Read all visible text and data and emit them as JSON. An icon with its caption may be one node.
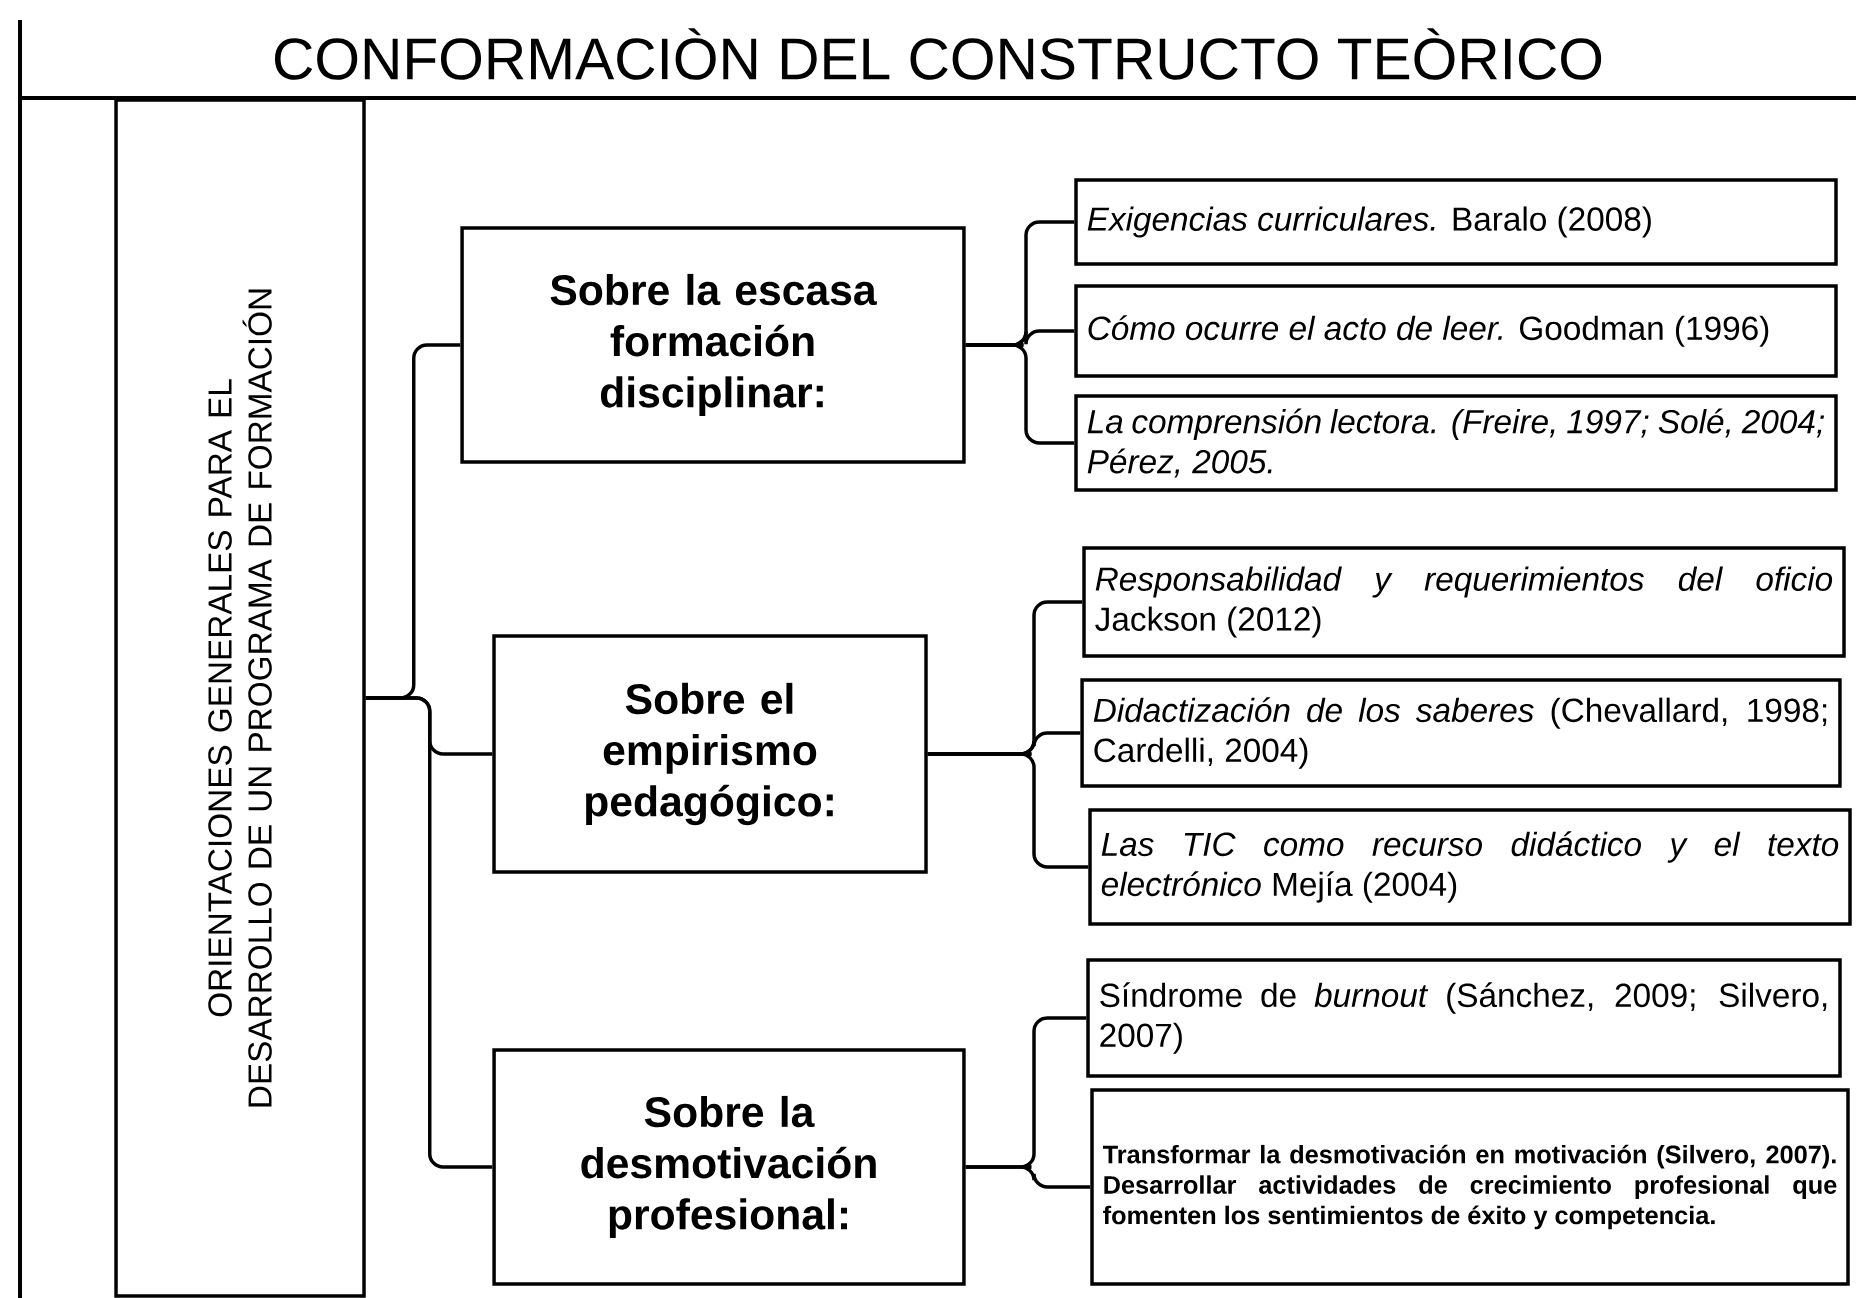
{
  "diagram": {
    "title": "CONFORMACIÒN DEL CONSTRUCTO TEÒRICO",
    "nodes": [
      {
        "text": [
          "ORIENTACIONES GENERALES PARA EL DESARROLLO DE UN PROGRAMA DE FORMACIÓN"
        ]
      },
      {
        "text": [
          "Sobre la escasa formación disciplinar:"
        ]
      },
      {
        "text": [
          "Sobre el empirismo pedagógico:"
        ]
      },
      {
        "text": [
          "Sobre la desmotivación profesional:"
        ]
      },
      {
        "text": [
          "*Exigencias curriculares.* Baralo (2008)"
        ]
      },
      {
        "text": [
          "*Cómo ocurre el acto de leer.* Goodman (1996)"
        ]
      },
      {
        "text": [
          "La comprensión lectora. (Freire, 1997; Solé, 2004; Pérez, 2005."
        ]
      },
      {
        "text": [
          "*Responsabilidad y requerimientos del oficio* Jackson (2012)"
        ]
      },
      {
        "text": [
          "*Didactización de los saberes* (Chevallard, 1998; Cardelli, 2004)"
        ]
      },
      {
        "text": [
          "*Las TIC como recurso didáctico y el texto electrónico* Mejía (2004)"
        ]
      },
      {
        "text": [
          "Síndrome de *burnout* (Sánchez, 2009; Silvero, 2007)"
        ]
      },
      {
        "text": [
          "Transformar la desmotivación en motivación (Silvero, 2007). Desarrollar actividades de crecimiento profesional que fomenten los sentimientos de éxito y competencia."
        ]
      }
    ],
    "edges": [
      {
        "from": 0,
        "to": 1,
        "arrow": "none"
      },
      {
        "from": 0,
        "to": 2,
        "arrow": "none"
      },
      {
        "from": 0,
        "to": 3,
        "arrow": "none"
      },
      {
        "from": 1,
        "to": 4,
        "arrow": "none"
      },
      {
        "from": 1,
        "to": 5,
        "arrow": "none"
      },
      {
        "from": 1,
        "to": 6,
        "arrow": "none"
      },
      {
        "from": 2,
        "to": 7,
        "arrow": "none"
      },
      {
        "from": 2,
        "to": 8,
        "arrow": "none"
      },
      {
        "from": 2,
        "to": 9,
        "arrow": "none"
      },
      {
        "from": 3,
        "to": 10,
        "arrow": "none"
      },
      {
        "from": 3,
        "to": 11,
        "arrow": "none"
      }
    ]
  }
}
